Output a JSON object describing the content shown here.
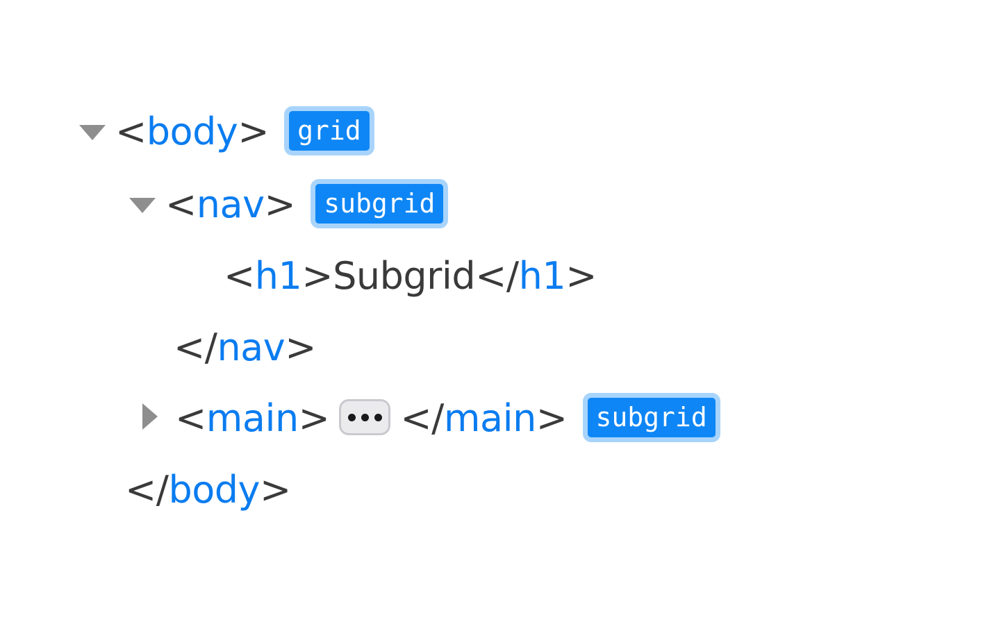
{
  "inspector": {
    "type": "dom-tree",
    "background_color": "#ffffff",
    "colors": {
      "tag_name": "#0a7cf0",
      "bracket": "#3a3a3a",
      "text_node": "#3a3a3a",
      "twisty": "#8e8e8e",
      "badge_fill": "#0f86f5",
      "badge_ring": "#a8d4fb",
      "badge_text": "#ffffff",
      "ellipsis_fill": "#ebebed",
      "ellipsis_border": "#c9c9cf",
      "ellipsis_dot": "#1a1a1a"
    },
    "lines": [
      {
        "id": "body-open",
        "twisty": "expanded",
        "open_bracket": "<",
        "tag": "body",
        "close_bracket": ">",
        "badge": "grid"
      },
      {
        "id": "nav-open",
        "twisty": "expanded",
        "open_bracket": "<",
        "tag": "nav",
        "close_bracket": ">",
        "badge": "subgrid"
      },
      {
        "id": "h1",
        "twisty": "none",
        "open_bracket": "<",
        "tag": "h1",
        "close_bracket": ">",
        "text": "Subgrid",
        "end_open_bracket": "</",
        "end_tag": "h1",
        "end_close_bracket": ">"
      },
      {
        "id": "nav-close",
        "twisty": "none",
        "open_bracket": "</",
        "tag": "nav",
        "close_bracket": ">"
      },
      {
        "id": "main",
        "twisty": "collapsed",
        "open_bracket": "<",
        "tag": "main",
        "close_bracket": ">",
        "ellipsis": "…",
        "end_open_bracket": "</",
        "end_tag": "main",
        "end_close_bracket": ">",
        "badge": "subgrid"
      },
      {
        "id": "body-close",
        "twisty": "none",
        "open_bracket": "</",
        "tag": "body",
        "close_bracket": ">"
      }
    ]
  }
}
